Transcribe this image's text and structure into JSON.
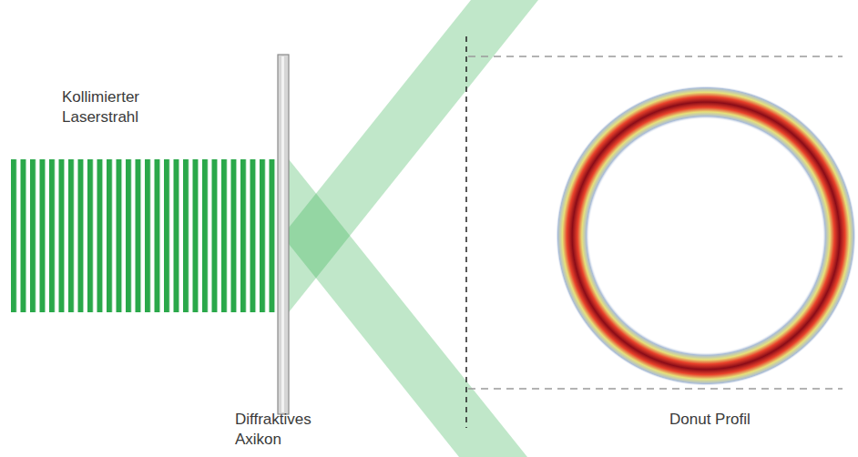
{
  "diagram": {
    "labels": [
      "Kollimierter Laserstrahl",
      "Diffraktives Axikon",
      "Donut Profil"
    ]
  }
}
